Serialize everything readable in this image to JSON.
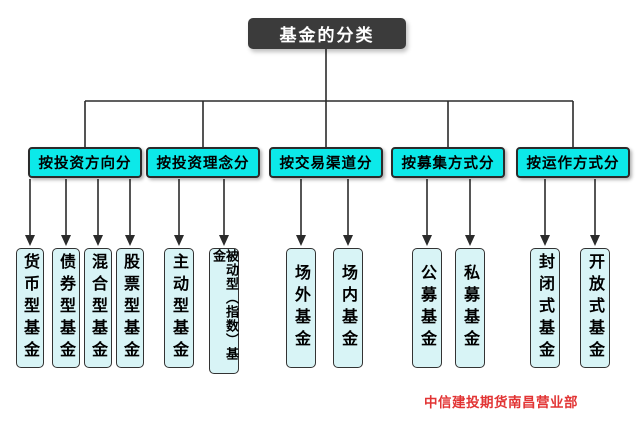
{
  "title": "基金的分类",
  "footer": "中信建投期货南昌营业部",
  "colors": {
    "title_bg": "#3b3b3b",
    "title_text": "#ffffff",
    "category_bg": "#0ce9e9",
    "leaf_bg": "#d8f4f6",
    "line": "#2b2b2b",
    "footer_text": "#e23434",
    "page_bg": "#ffffff"
  },
  "tree": {
    "root": "基金的分类",
    "categories": [
      {
        "label": "按投资方向分",
        "children": [
          "货币型基金",
          "债券型基金",
          "混合型基金",
          "股票型基金"
        ]
      },
      {
        "label": "按投资理念分",
        "children": [
          "主动型基金",
          "被动型（指数）基金"
        ]
      },
      {
        "label": "按交易渠道分",
        "children": [
          "场外基金",
          "场内基金"
        ]
      },
      {
        "label": "按募集方式分",
        "children": [
          "公募基金",
          "私募基金"
        ]
      },
      {
        "label": "按运作方式分",
        "children": [
          "封闭式基金",
          "开放式基金"
        ]
      }
    ]
  }
}
